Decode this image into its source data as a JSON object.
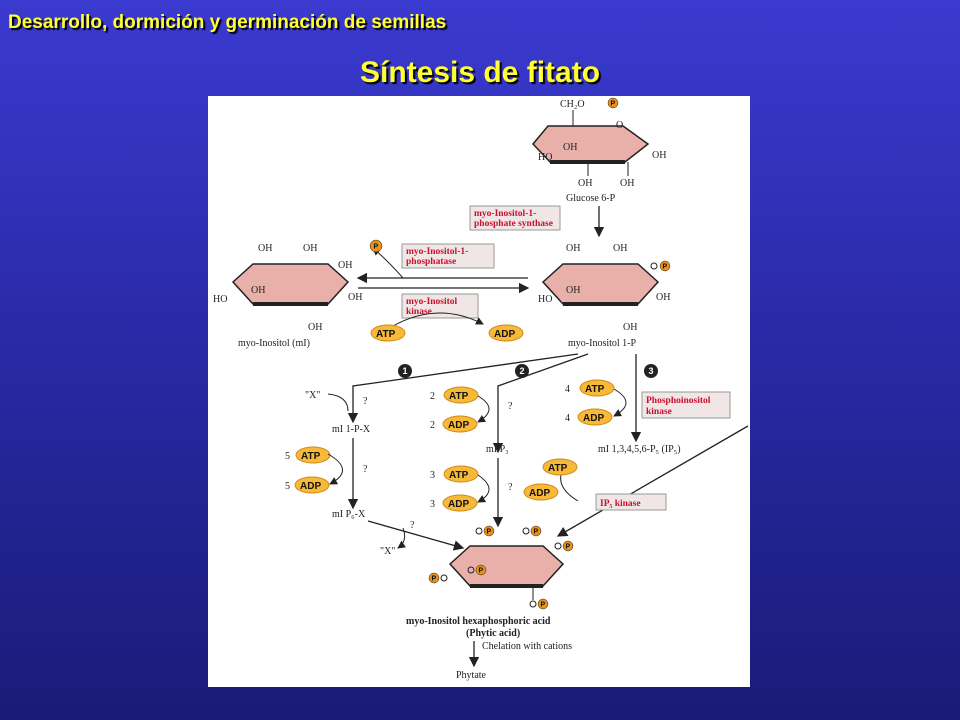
{
  "header": "Desarrollo, dormición y germinación de semillas",
  "title": "Síntesis de fitato",
  "colors": {
    "ring": "#e8b0a8",
    "phosphate": "#e8901a",
    "atp": "#f6b93a",
    "enzyme_text": "#c8102e"
  },
  "diagram": {
    "glucose_ring_ch2o": "CH₂O",
    "glucose_label": "Glucose 6-P",
    "synthase": {
      "line1": "myo-Inositol-1-",
      "line2": "phosphate synthase"
    },
    "phosphatase": {
      "line1": "myo-Inositol-1-",
      "line2": "phosphatase"
    },
    "inositol_kinase": {
      "line1": "myo-Inositol",
      "line2": "kinase"
    },
    "myo_inositol_label": "myo-Inositol (mI)",
    "inositol_1p_label": "myo-Inositol 1-P",
    "phosphoinositol_kinase": {
      "line1": "Phosphoinositol",
      "line2": "kinase"
    },
    "ip5_kinase": "IP₅ kinase",
    "path_numbers": [
      "1",
      "2",
      "3"
    ],
    "x_top": "\"X\"",
    "x_bottom": "\"X\"",
    "question": "?",
    "mi_1p_x": "mI 1-P-X",
    "mi_p3": "mI P₃",
    "mi_ip5": "mI 1,3,4,5,6-P₅ (IP₅)",
    "mi_p6x": "mI P₆-X",
    "atp": "ATP",
    "adp": "ADP",
    "p": "P",
    "oh": "OH",
    "ho": "HO",
    "o": "O",
    "coeff_2": "2",
    "coeff_3": "3",
    "coeff_4": "4",
    "coeff_5": "5",
    "hexa_label_1": "myo-Inositol hexaphosphoric acid",
    "hexa_label_2": "(Phytic acid)",
    "chelation": "Chelation with cations",
    "phytate": "Phytate"
  }
}
